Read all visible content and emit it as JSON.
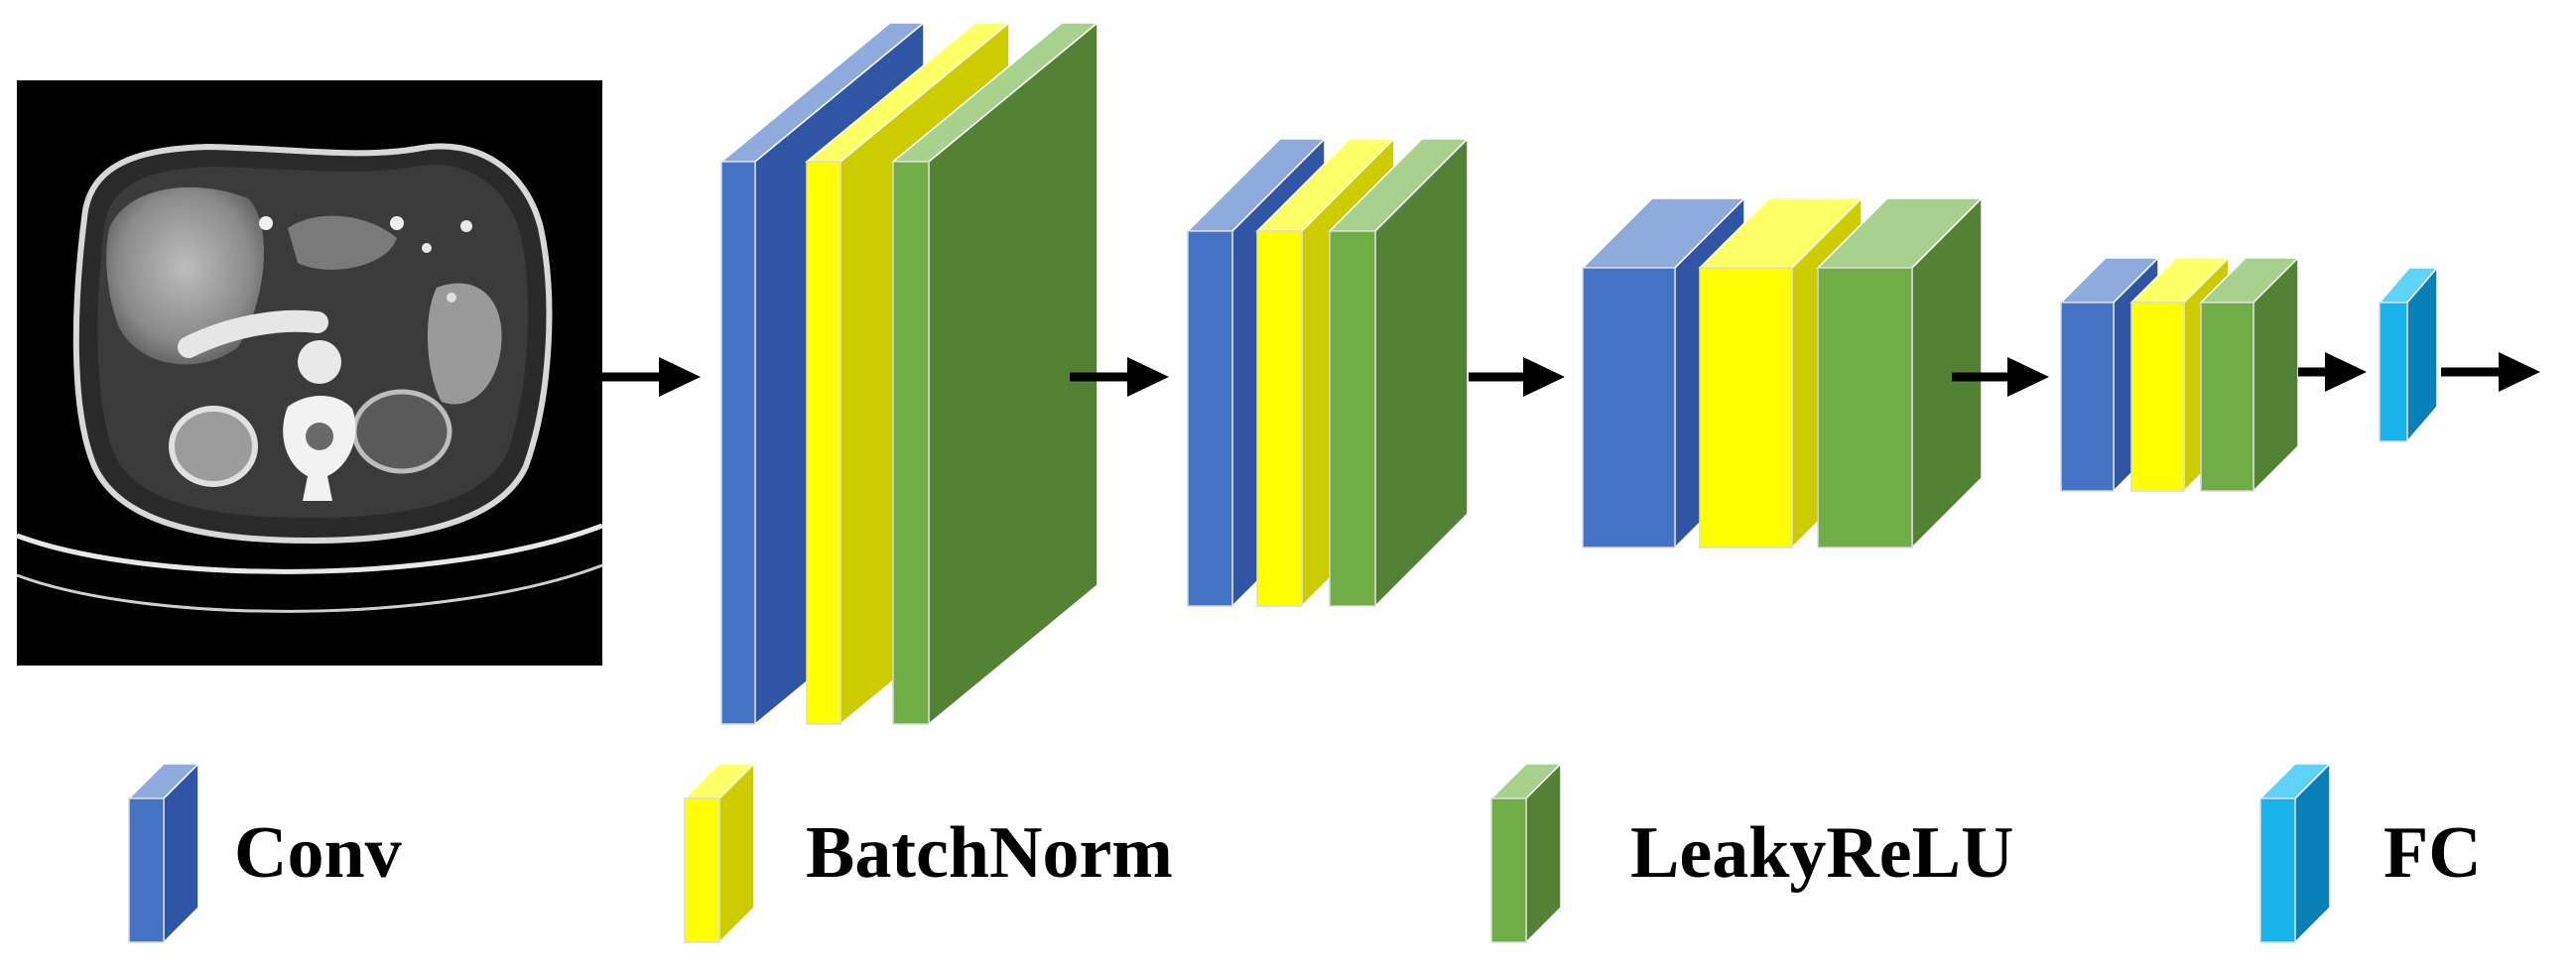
{
  "colors": {
    "conv": {
      "front": "#4472C4",
      "top": "#8FAADC",
      "side": "#2F55A4"
    },
    "batchnorm": {
      "front": "#FFFF00",
      "top": "#FFFF66",
      "side": "#CCCC00"
    },
    "leakyrelu": {
      "front": "#70AD47",
      "top": "#A9D18E",
      "side": "#548235"
    },
    "fc": {
      "front": "#19B4EC",
      "top": "#5FD3F7",
      "side": "#0B7FB8"
    },
    "arrow": "#000000",
    "background": "#FFFFFF"
  },
  "input_image": {
    "description_icon": "ct-scan-image"
  },
  "legend": [
    {
      "key": "conv",
      "label": "Conv"
    },
    {
      "key": "batchnorm",
      "label": "BatchNorm"
    },
    {
      "key": "leakyrelu",
      "label": "LeakyReLU"
    },
    {
      "key": "fc",
      "label": "FC"
    }
  ]
}
